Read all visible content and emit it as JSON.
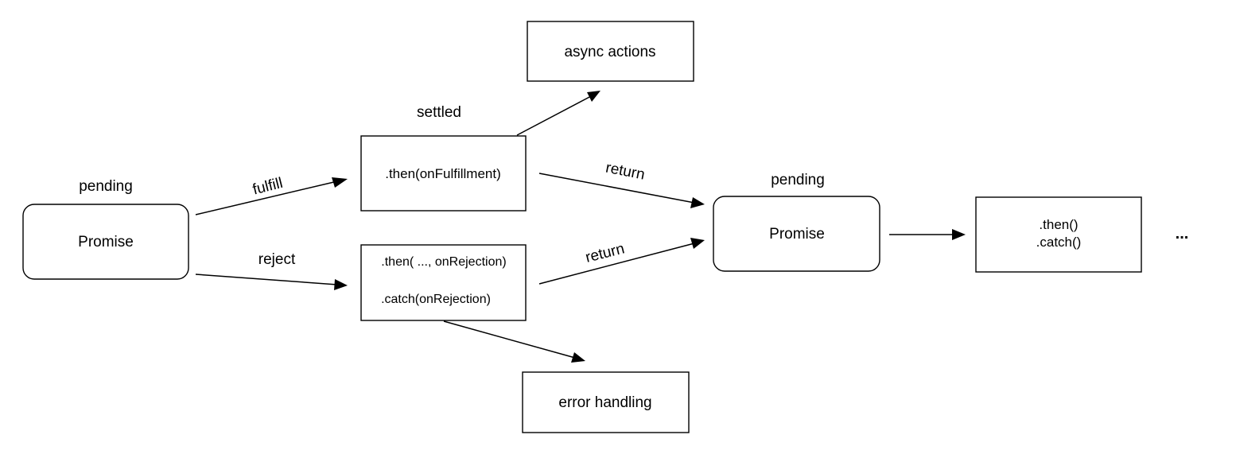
{
  "nodes": {
    "promise_initial": {
      "state_label": "pending",
      "text": "Promise"
    },
    "then_fulfillment": {
      "state_label": "settled",
      "text": ".then(onFulfillment)"
    },
    "then_rejection": {
      "line1": ".then( ..., onRejection)",
      "line2": ".catch(onRejection)"
    },
    "async_actions": {
      "text": "async actions"
    },
    "error_handling": {
      "text": "error handling"
    },
    "promise_next": {
      "state_label": "pending",
      "text": "Promise"
    },
    "chain_methods": {
      "line1": ".then()",
      "line2": ".catch()"
    },
    "ellipsis": {
      "text": "..."
    }
  },
  "edges": {
    "fulfill": {
      "label": "fulfill"
    },
    "reject": {
      "label": "reject"
    },
    "return_from_fulfillment": {
      "label": "return"
    },
    "return_from_rejection": {
      "label": "return"
    }
  }
}
